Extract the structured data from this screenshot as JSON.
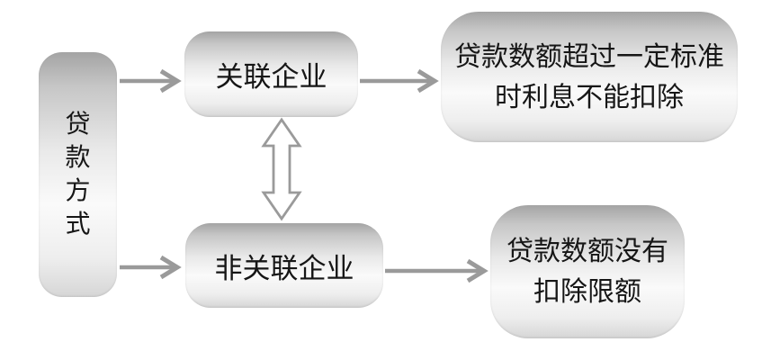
{
  "diagram": {
    "description": "Flow diagram of loan methods and interest deduction rules",
    "background_color": "#ffffff",
    "node_text_color": "#161616",
    "arrow_color": "#9a9a9a",
    "node_gradient_top": "#a4a4a4",
    "node_gradient_middle": "#fafafa",
    "node_gradient_bottom": "#d6d6d6",
    "nodes": {
      "source": {
        "label": "贷款方式",
        "orientation": "vertical"
      },
      "related": {
        "label": "关联企业"
      },
      "unrelated": {
        "label": "非关联企业"
      },
      "related_outcome": {
        "label": "贷款数额超过一定标准\n时利息不能扣除"
      },
      "unrelated_outcome": {
        "label": "贷款数额没有\n扣除限额"
      }
    },
    "connectors": [
      {
        "name": "source-to-related",
        "type": "single-arrow",
        "direction": "right"
      },
      {
        "name": "source-to-unrelated",
        "type": "single-arrow",
        "direction": "right"
      },
      {
        "name": "related-to-outcome",
        "type": "single-arrow",
        "direction": "right"
      },
      {
        "name": "unrelated-to-outcome",
        "type": "single-arrow",
        "direction": "right"
      },
      {
        "name": "related-unrelated-link",
        "type": "hollow-double-arrow",
        "direction": "vertical"
      }
    ]
  }
}
